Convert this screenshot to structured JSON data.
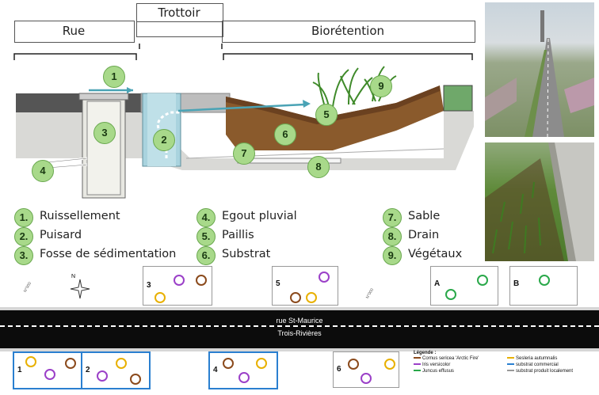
{
  "headers": {
    "rue": "Rue",
    "trottoir": "Trottoir",
    "bioretention": "Biorétention"
  },
  "callouts": [
    "1",
    "2",
    "3",
    "4",
    "5",
    "6",
    "7",
    "8",
    "9"
  ],
  "legend": [
    {
      "num": "1.",
      "label": "Ruissellement"
    },
    {
      "num": "2.",
      "label": "Puisard"
    },
    {
      "num": "3.",
      "label": "Fosse de sédimentation"
    },
    {
      "num": "4.",
      "label": "Egout pluvial"
    },
    {
      "num": "5.",
      "label": "Paillis"
    },
    {
      "num": "6.",
      "label": "Substrat"
    },
    {
      "num": "7.",
      "label": "Sable"
    },
    {
      "num": "8.",
      "label": "Drain"
    },
    {
      "num": "9.",
      "label": "Végétaux"
    }
  ],
  "plan": {
    "north": "N",
    "street_line1": "rue St-Maurice",
    "street_line2": "Trois-Rivières",
    "addr1": "N°000",
    "addr2": "N°000",
    "top_plots": [
      "3",
      "5",
      "A",
      "B"
    ],
    "bottom_plots": [
      "1",
      "2",
      "4",
      "6"
    ]
  },
  "plant_legend": {
    "title": "Légende :",
    "items": [
      {
        "label": "Cornus sericea 'Arctic Fire'",
        "color": "#8b4a1c"
      },
      {
        "label": "Iris versicolor",
        "color": "#9b40c8"
      },
      {
        "label": "Juncus effusus",
        "color": "#2aa84a"
      },
      {
        "label": "Sesleria autumnalis",
        "color": "#e8b000"
      },
      {
        "label": "substrat commercial",
        "color": "#2a7fd0"
      },
      {
        "label": "substrat produit localement",
        "color": "#999999"
      }
    ]
  },
  "colors": {
    "callout_fill": "#a8d98a",
    "blue_border": "#2a7fd0",
    "grey_border": "#999999"
  }
}
